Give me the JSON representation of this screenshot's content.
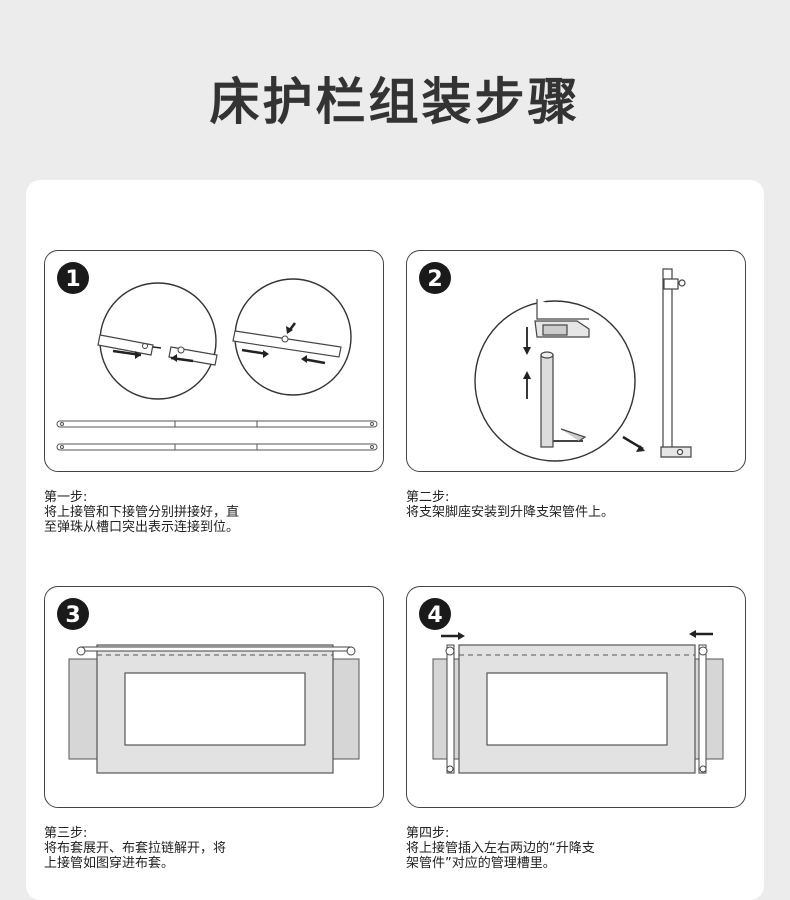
{
  "page": {
    "title": "床护栏组装步骤"
  },
  "steps": [
    {
      "number": "1",
      "caption_title": "第一步:",
      "caption_lines": [
        "将上接管和下接管分别拼接好，直",
        "至弹珠从槽口突出表示连接到位。"
      ],
      "figure_label": "1."
    },
    {
      "number": "2",
      "caption_title": "第二步:",
      "caption_lines": [
        "将支架脚座安装到升降支架管件上。"
      ]
    },
    {
      "number": "3",
      "caption_title": "第三步:",
      "caption_lines": [
        "将布套展开、布套拉链解开，将",
        "上接管如图穿进布套。"
      ]
    },
    {
      "number": "4",
      "caption_title": "第四步:",
      "caption_lines": [
        "将上接管插入左右两边的“升降支",
        "架管件”对应的管理槽里。"
      ]
    }
  ],
  "colors": {
    "panel_border": "#444444",
    "badge": "#1a1a1a",
    "fabric": "#e2e2e2",
    "side_fabric": "#d6d6d6"
  }
}
